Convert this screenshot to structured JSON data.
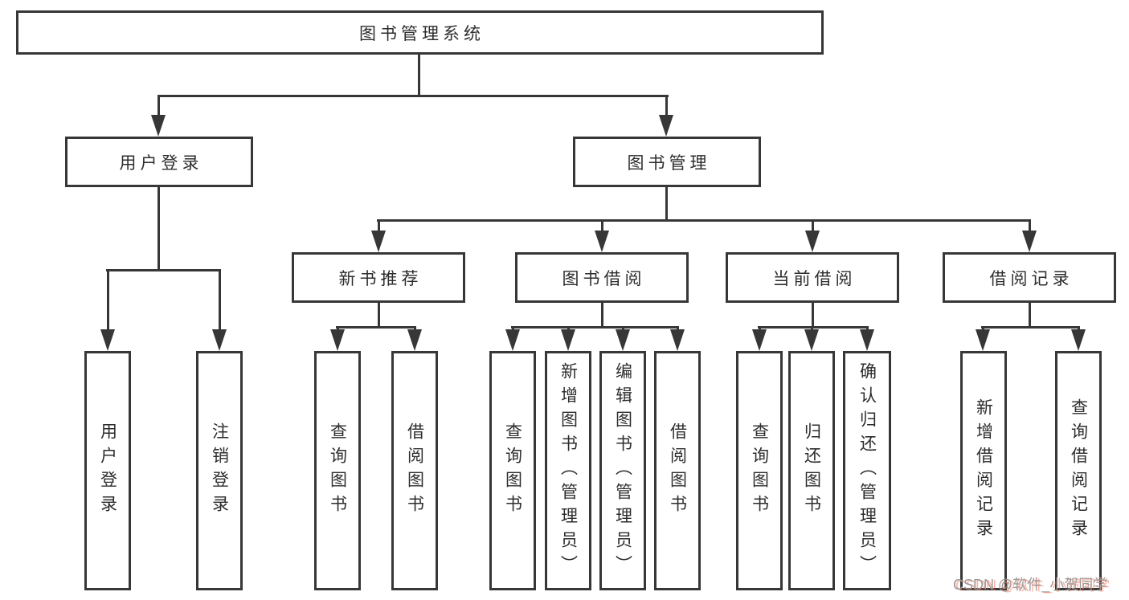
{
  "diagram": {
    "root": {
      "label": "图书管理系统"
    },
    "level2": {
      "user_login": {
        "label": "用户登录"
      },
      "book_management": {
        "label": "图书管理"
      }
    },
    "level3": {
      "new_book_recommend": {
        "label": "新书推荐"
      },
      "book_borrow": {
        "label": "图书借阅"
      },
      "current_borrow": {
        "label": "当前借阅"
      },
      "borrow_records": {
        "label": "借阅记录"
      }
    },
    "leaves": {
      "user_login": {
        "label": "用户登录"
      },
      "logout": {
        "label": "注销登录"
      },
      "recommend_query_books": {
        "label": "查询图书"
      },
      "recommend_borrow_books": {
        "label": "借阅图书"
      },
      "borrow_query_books": {
        "label": "查询图书"
      },
      "borrow_add_books": {
        "label": "新增图书（管理员）"
      },
      "borrow_edit_books": {
        "label": "编辑图书（管理员）"
      },
      "borrow_borrow_books": {
        "label": "借阅图书"
      },
      "current_query_books": {
        "label": "查询图书"
      },
      "current_return_books": {
        "label": "归还图书"
      },
      "current_confirm_return": {
        "label": "确认归还（管理员）"
      },
      "records_add_record": {
        "label": "新增借阅记录"
      },
      "records_query_record": {
        "label": "查询借阅记录"
      }
    }
  },
  "watermark": {
    "text": "CSDN @软件_小贺同学"
  },
  "colors": {
    "line": "#373737",
    "text": "#2d2d2d",
    "background": "#ffffff",
    "watermark_gray": "#9b9b9b",
    "watermark_red": "#fc5531"
  }
}
